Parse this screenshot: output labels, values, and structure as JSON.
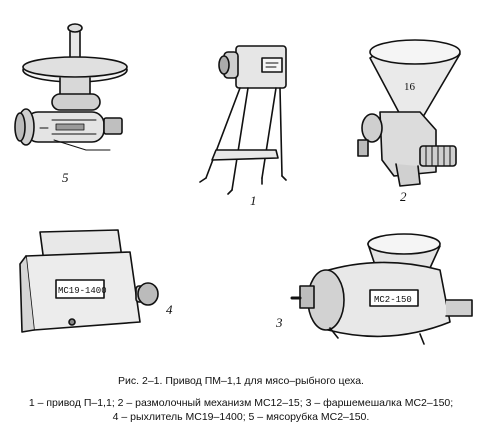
{
  "figure": {
    "item_numbers": [
      "5",
      "1",
      "2",
      "4",
      "3"
    ],
    "plate_labels": [
      "МС19-1400",
      "МС2-150"
    ],
    "hopper_label": "16"
  },
  "caption": {
    "title": "Рис. 2–1. Привод ПМ–1,1 для мясо–рыбного цеха.",
    "line1": "1 – привод П–1,1; 2 – размолочный механизм МС12–15; 3 – фаршемешалка МС2–150;",
    "line2": "4 – рыхлитель МС19–1400; 5 – мясорубка МС2–150."
  }
}
